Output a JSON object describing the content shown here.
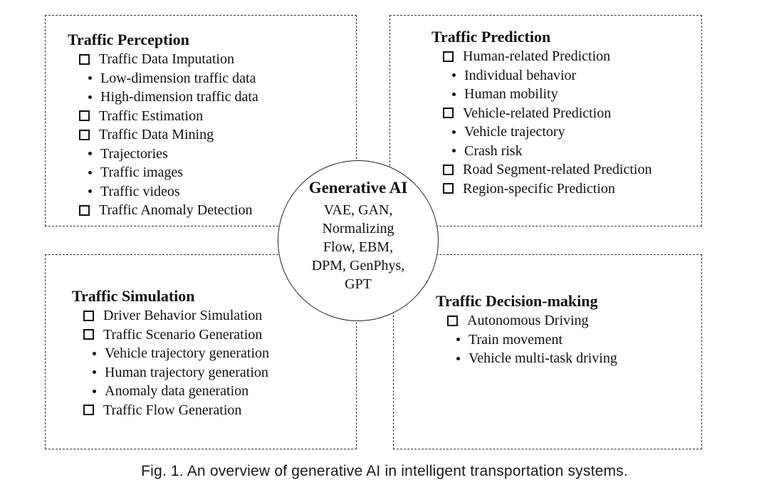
{
  "center": {
    "title": "Generative AI",
    "models_lines": [
      "VAE, GAN,",
      "Normalizing",
      "Flow, EBM,",
      "DPM, GenPhys,",
      "GPT"
    ]
  },
  "quadrants": {
    "perception": {
      "title": "Traffic Perception",
      "items": [
        {
          "label": "Traffic Data Imputation",
          "subs": [
            "Low-dimension traffic data",
            "High-dimension traffic data"
          ]
        },
        {
          "label": "Traffic Estimation",
          "subs": []
        },
        {
          "label": "Traffic Data Mining",
          "subs": [
            "Trajectories",
            "Traffic images",
            "Traffic videos"
          ]
        },
        {
          "label": "Traffic Anomaly Detection",
          "subs": []
        }
      ]
    },
    "prediction": {
      "title": "Traffic Prediction",
      "items": [
        {
          "label": "Human-related Prediction",
          "subs": [
            "Individual behavior",
            "Human mobility"
          ]
        },
        {
          "label": "Vehicle-related Prediction",
          "subs": [
            "Vehicle trajectory",
            "Crash risk"
          ]
        },
        {
          "label": "Road Segment-related Prediction",
          "subs": []
        },
        {
          "label": "Region-specific Prediction",
          "subs": []
        }
      ]
    },
    "simulation": {
      "title": "Traffic Simulation",
      "items": [
        {
          "label": "Driver Behavior Simulation",
          "subs": []
        },
        {
          "label": "Traffic Scenario Generation",
          "subs": [
            "Vehicle trajectory generation",
            "Human trajectory generation",
            "Anomaly data generation"
          ]
        },
        {
          "label": "Traffic Flow Generation",
          "subs": []
        }
      ]
    },
    "decision": {
      "title": "Traffic Decision-making",
      "items": [
        {
          "label": "Autonomous Driving",
          "subs": [
            "Train movement",
            "Vehicle multi-task driving"
          ]
        }
      ]
    }
  },
  "caption": "Fig. 1.  An overview of generative AI in intelligent transportation systems."
}
